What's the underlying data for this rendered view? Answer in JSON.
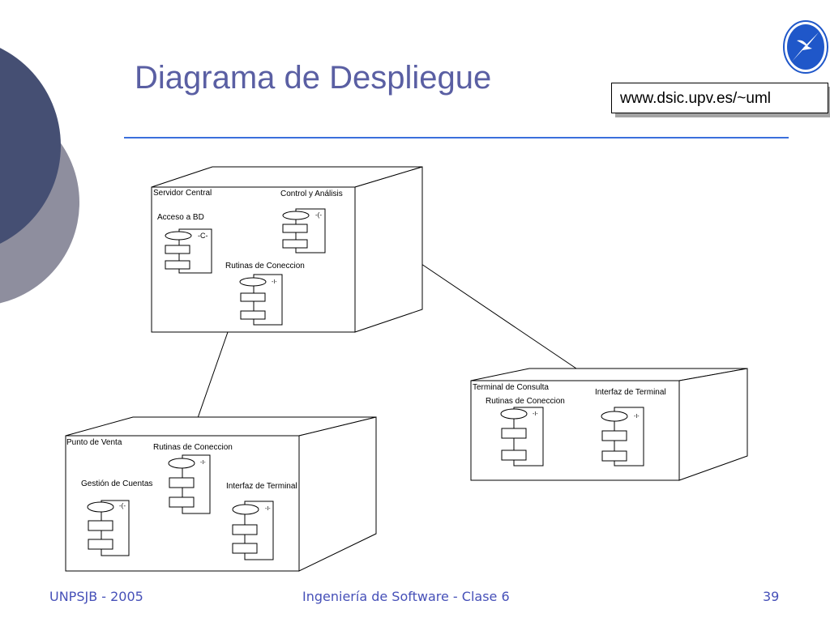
{
  "slide": {
    "title": "Diagrama de Despliegue",
    "url": "www.dsic.upv.es/~uml"
  },
  "footer": {
    "left": "UNPSJB - 2005",
    "center": "Ingeniería de Software - Clase 6",
    "right": "39"
  },
  "colors": {
    "title": "#5a5fa3",
    "footer": "#4650b8",
    "rule": "#3b6fdc",
    "circle_dark": "#454f73",
    "circle_light": "#8e8e9e",
    "logo_blue": "#1f57c9"
  },
  "logo": {
    "icon": "seagull-emblem-icon"
  },
  "diagram": {
    "nodes": [
      {
        "id": "servidor-central",
        "name": "Servidor Central",
        "components": [
          {
            "id": "acceso-bd",
            "label": "Acceso a BD",
            "tag": "-C-"
          },
          {
            "id": "control-analisis",
            "label": "Control y Análisis",
            "tag": "-(-"
          },
          {
            "id": "rutinas-conexion",
            "label": "Rutinas de Coneccion",
            "tag": "-I-"
          }
        ]
      },
      {
        "id": "terminal-consulta",
        "name": "Terminal de Consulta",
        "components": [
          {
            "id": "rutinas-conexion",
            "label": "Rutinas de Coneccion",
            "tag": "-I-"
          },
          {
            "id": "interfaz-terminal",
            "label": "Interfaz de Terminal",
            "tag": "-I-"
          }
        ]
      },
      {
        "id": "punto-venta",
        "name": "Punto de Venta",
        "components": [
          {
            "id": "rutinas-conexion",
            "label": "Rutinas de Coneccion",
            "tag": "-I-"
          },
          {
            "id": "gestion-cuentas",
            "label": "Gestión de Cuentas",
            "tag": "-(-"
          },
          {
            "id": "interfaz-terminal",
            "label": "Interfaz de Terminal",
            "tag": "-I-"
          }
        ]
      }
    ],
    "links": [
      {
        "from": "servidor-central",
        "to": "terminal-consulta"
      },
      {
        "from": "servidor-central",
        "to": "punto-venta"
      }
    ]
  }
}
